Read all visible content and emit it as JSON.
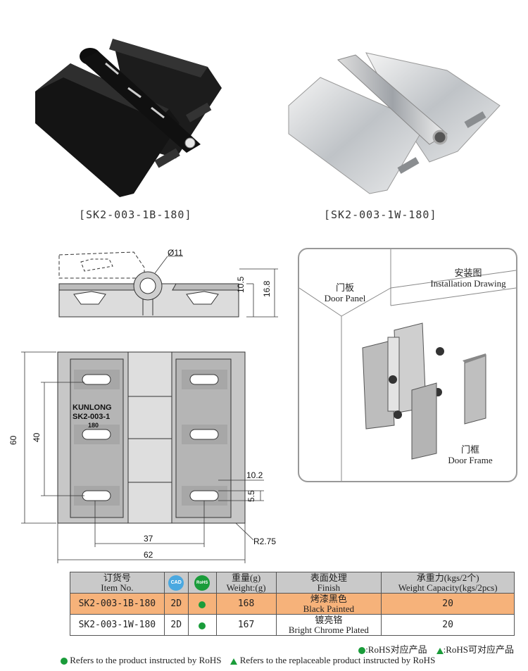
{
  "products": [
    {
      "caption": "[SK2-003-1B-180]"
    },
    {
      "caption": "[SK2-003-1W-180]"
    }
  ],
  "drawing": {
    "diameter": "Ø11",
    "height_total": "16.8",
    "height_leaf": "10.5",
    "height_60": "60",
    "height_40": "40",
    "width_37": "37",
    "width_62": "62",
    "dim_10_2": "10.2",
    "dim_5_5": "5.5",
    "radius": "R2.75",
    "mark_brand": "KUNLONG",
    "mark_model": "SK2-003-1",
    "mark_angle": "180"
  },
  "installation": {
    "title_cn": "安装图",
    "title_en": "Installation Drawing",
    "door_panel_cn": "门板",
    "door_panel_en": "Door Panel",
    "door_frame_cn": "门框",
    "door_frame_en": "Door Frame"
  },
  "table": {
    "headers": {
      "item_cn": "订货号",
      "item_en": "Item No.",
      "cad_icon": "CAD",
      "rohs_icon": "RoHS",
      "weight_cn": "重量(g)",
      "weight_en": "Weight:(g)",
      "finish_cn": "表面处理",
      "finish_en": "Finish",
      "capacity_cn": "承重力(kgs/2个)",
      "capacity_en": "Weight Capacity(kgs/2pcs)"
    },
    "rows": [
      {
        "item": "SK2-003-1B-180",
        "cad": "2D",
        "weight": "168",
        "finish_cn": "烤漆黑色",
        "finish_en": "Black Painted",
        "capacity": "20"
      },
      {
        "item": "SK2-003-1W-180",
        "cad": "2D",
        "weight": "167",
        "finish_cn": "镀亮铬",
        "finish_en": "Bright Chrome Plated",
        "capacity": "20"
      }
    ]
  },
  "legend": {
    "cn_rohs": ":RoHS对应产品",
    "cn_replaceable": ":RoHS可对应产品",
    "en_rohs": "Refers to the product instructed by RoHS",
    "en_replaceable": "Refers to the replaceable product instructed by RoHS"
  },
  "colors": {
    "rohs_green": "#1a9c3a",
    "highlight_row": "#f6b27a",
    "header_gray": "#c9c9c9"
  }
}
